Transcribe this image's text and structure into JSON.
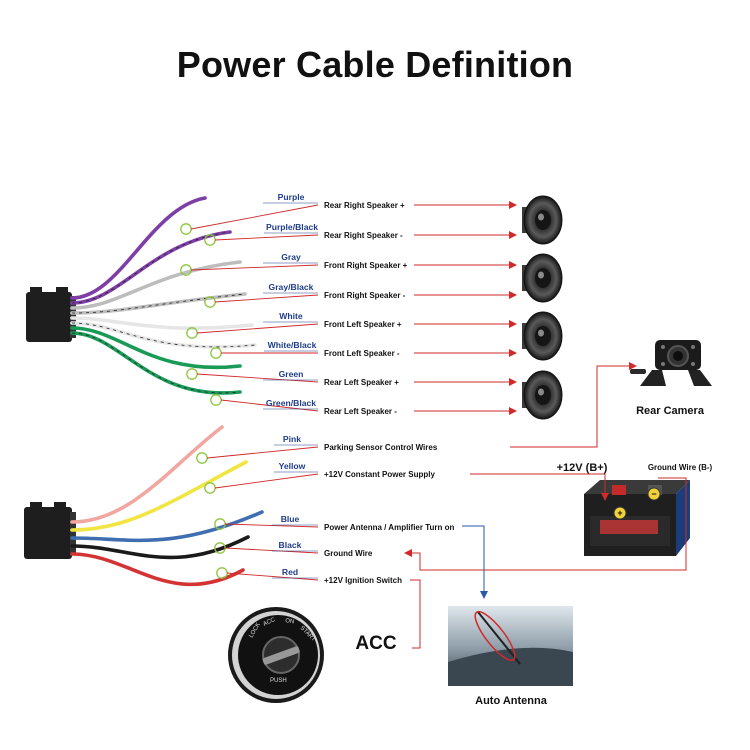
{
  "title": "Power Cable Definition",
  "colors": {
    "purple": "#7d3fa5",
    "gray": "#bdbdbd",
    "white": "#e6e6e6",
    "green": "#1a9a57",
    "pink": "#f2a6a0",
    "yellow": "#f1e542",
    "blue": "#3f6fb0",
    "black": "#1a1a1a",
    "red": "#d43333",
    "arrow": "#d02a2a",
    "label": "#1f3c8a",
    "marker": "#8dc63f"
  },
  "speaker_wires": [
    {
      "color_name": "Purple",
      "function": "Rear Right Speaker +",
      "wire": "purple",
      "stripe": ""
    },
    {
      "color_name": "Purple/Black",
      "function": "Rear Right Speaker -",
      "wire": "purple",
      "stripe": "black"
    },
    {
      "color_name": "Gray",
      "function": "Front Right Speaker +",
      "wire": "gray",
      "stripe": ""
    },
    {
      "color_name": "Gray/Black",
      "function": "Front Right Speaker -",
      "wire": "gray",
      "stripe": "black"
    },
    {
      "color_name": "White",
      "function": "Front Left Speaker +",
      "wire": "white",
      "stripe": ""
    },
    {
      "color_name": "White/Black",
      "function": "Front Left Speaker -",
      "wire": "white",
      "stripe": "black"
    },
    {
      "color_name": "Green",
      "function": "Rear Left Speaker +",
      "wire": "green",
      "stripe": ""
    },
    {
      "color_name": "Green/Black",
      "function": "Rear Left Speaker -",
      "wire": "green",
      "stripe": "black"
    }
  ],
  "power_wires": [
    {
      "color_name": "Pink",
      "function": "Parking Sensor Control Wires",
      "wire": "pink"
    },
    {
      "color_name": "Yellow",
      "function": "+12V Constant Power Supply",
      "wire": "yellow"
    },
    {
      "color_name": "Blue",
      "function": "Power Antenna / Amplifier Turn on",
      "wire": "blue"
    },
    {
      "color_name": "Black",
      "function": "Ground Wire",
      "wire": "black"
    },
    {
      "color_name": "Red",
      "function": "+12V  Ignition Switch",
      "wire": "red"
    }
  ],
  "devices": {
    "rear_camera": "Rear Camera",
    "battery_positive": "+12V  (B+)",
    "battery_ground": "Ground Wire (B-)",
    "acc": "ACC",
    "auto_antenna": "Auto Antenna",
    "ignition_labels": [
      "LOCK",
      "ACC",
      "ON",
      "START",
      "PUSH"
    ]
  }
}
